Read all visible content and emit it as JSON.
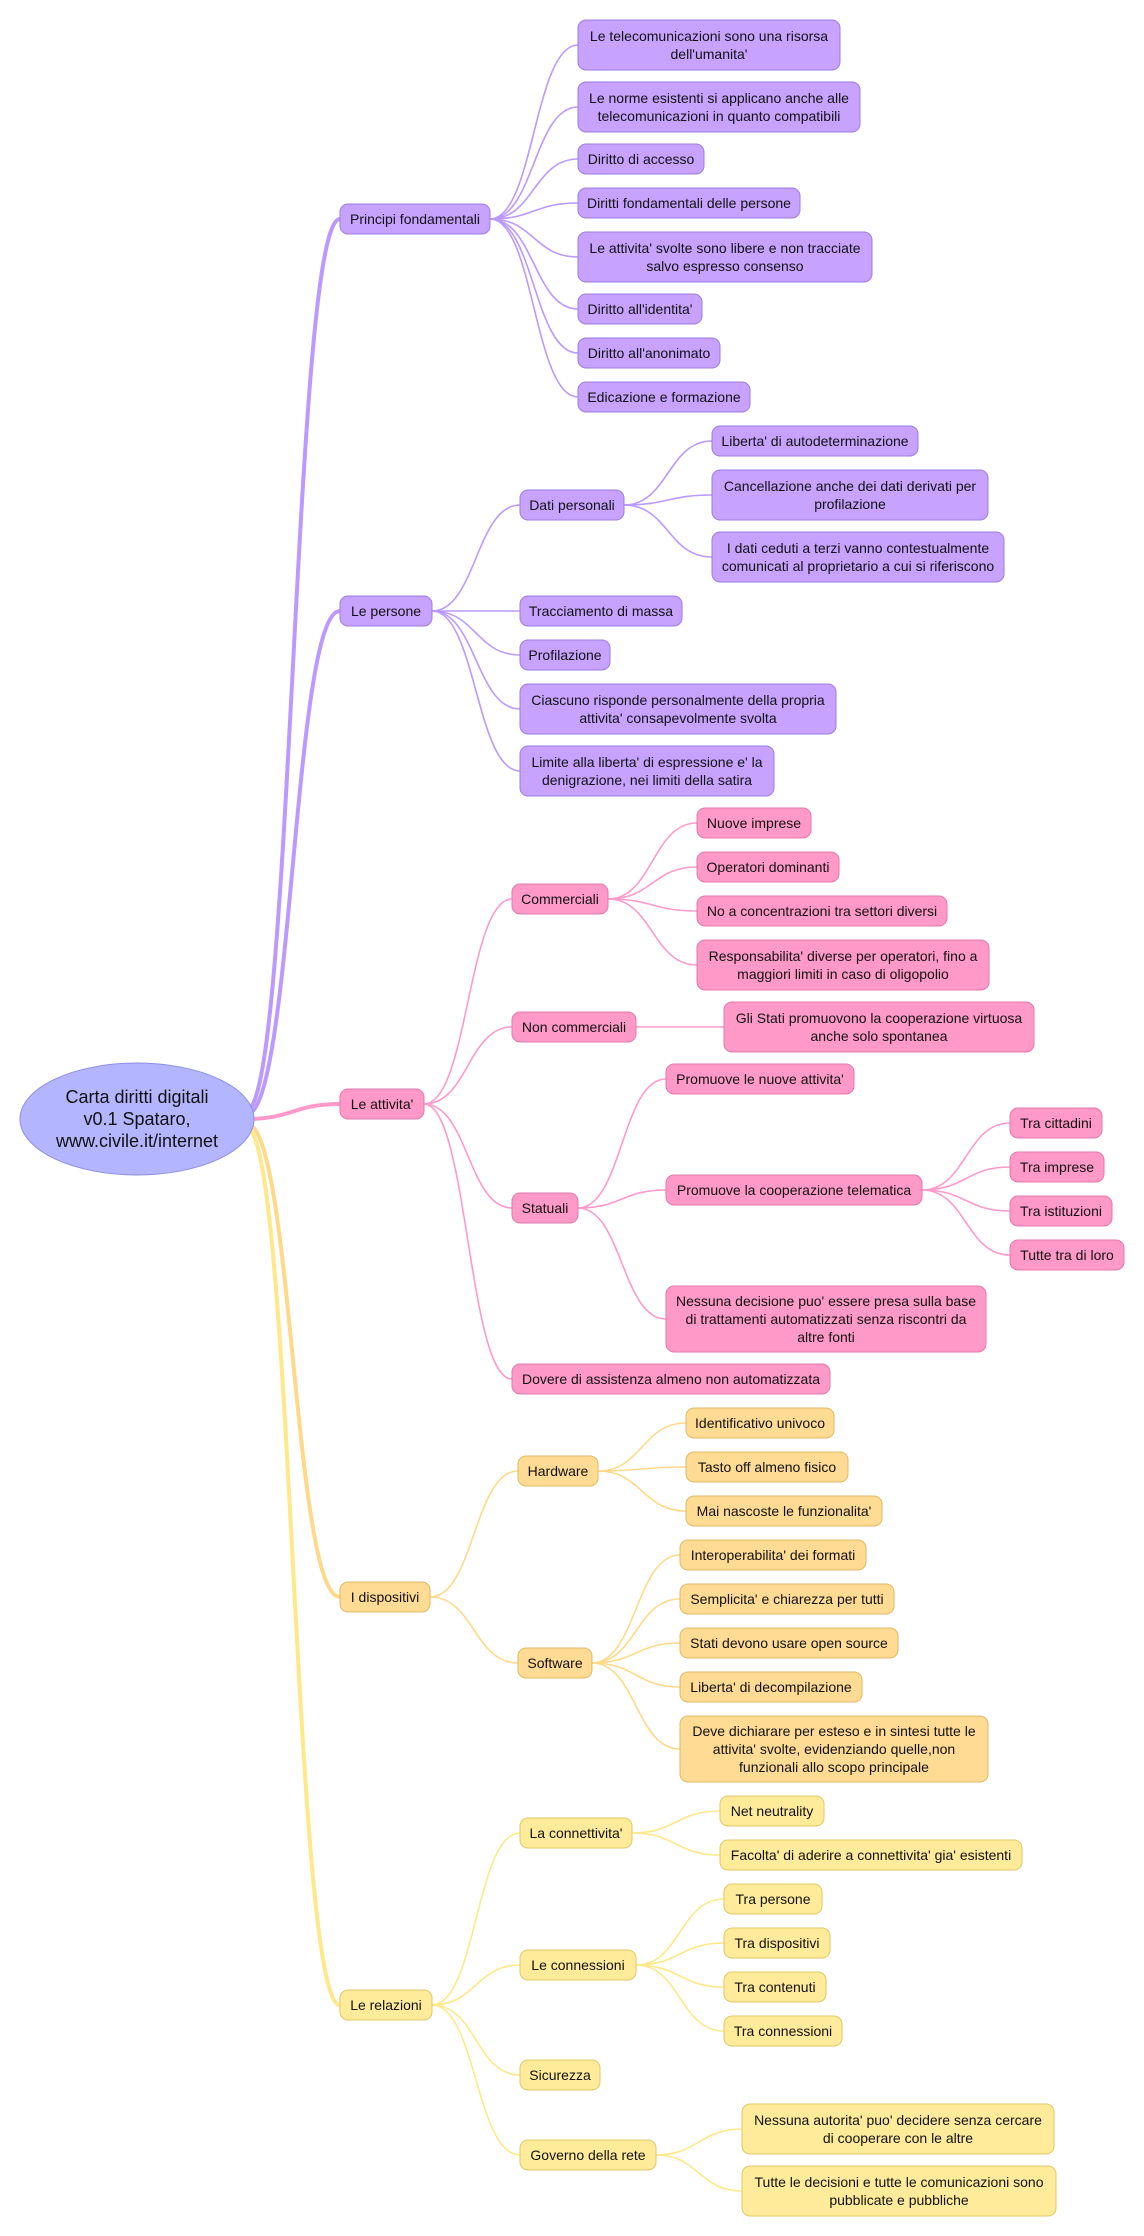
{
  "mindmap": {
    "root": {
      "lines": [
        "Carta diritti digitali",
        "v0.1 Spataro,",
        "www.civile.it/internet"
      ]
    },
    "branches": [
      {
        "key": "principi",
        "color": "#bb99ff",
        "fill": "#c8a2ff",
        "stroke": "#9d7de0",
        "lines": [
          "Principi fondamentali"
        ],
        "children": [
          {
            "lines": [
              "Le telecomunicazioni sono una risorsa",
              "dell'umanita'"
            ]
          },
          {
            "lines": [
              "Le norme esistenti si applicano anche alle",
              "telecomunicazioni in quanto compatibili"
            ]
          },
          {
            "lines": [
              "Diritto di accesso"
            ]
          },
          {
            "lines": [
              "Diritti fondamentali delle persone"
            ]
          },
          {
            "lines": [
              "Le attivita' svolte sono libere e non tracciate",
              "salvo espresso consenso"
            ]
          },
          {
            "lines": [
              "Diritto all'identita'"
            ]
          },
          {
            "lines": [
              "Diritto all'anonimato"
            ]
          },
          {
            "lines": [
              "Edicazione e formazione"
            ]
          }
        ]
      },
      {
        "key": "persone",
        "color": "#bb99ff",
        "fill": "#c8a2ff",
        "stroke": "#9d7de0",
        "lines": [
          "Le persone"
        ],
        "children": [
          {
            "lines": [
              "Dati personali"
            ],
            "children": [
              {
                "lines": [
                  "Liberta' di autodeterminazione"
                ]
              },
              {
                "lines": [
                  "Cancellazione anche dei dati derivati per",
                  "profilazione"
                ]
              },
              {
                "lines": [
                  "I dati ceduti a terzi vanno contestualmente",
                  "comunicati al proprietario a cui si riferiscono"
                ]
              }
            ]
          },
          {
            "lines": [
              "Tracciamento di massa"
            ]
          },
          {
            "lines": [
              "Profilazione"
            ]
          },
          {
            "lines": [
              "Ciascuno risponde personalmente  della propria",
              "attivita' consapevolmente svolta"
            ]
          },
          {
            "lines": [
              "Limite alla liberta' di espressione e' la",
              "denigrazione, nei limiti della satira"
            ]
          }
        ]
      },
      {
        "key": "attivita",
        "color": "#ff99cc",
        "fill": "#ff99c8",
        "stroke": "#e07aab",
        "lines": [
          "Le attivita'"
        ],
        "children": [
          {
            "lines": [
              "Commerciali"
            ],
            "children": [
              {
                "lines": [
                  "Nuove imprese"
                ]
              },
              {
                "lines": [
                  "Operatori dominanti"
                ]
              },
              {
                "lines": [
                  "No a concentrazioni tra settori diversi"
                ]
              },
              {
                "lines": [
                  "Responsabilita' diverse per operatori, fino a",
                  "maggiori limiti in caso di oligopolio"
                ]
              }
            ]
          },
          {
            "lines": [
              "Non commerciali"
            ],
            "children": [
              {
                "lines": [
                  "Gli Stati promuovono la cooperazione virtuosa",
                  "anche solo spontanea"
                ]
              }
            ]
          },
          {
            "lines": [
              "Statuali"
            ],
            "children": [
              {
                "lines": [
                  "Promuove le nuove attivita'"
                ]
              },
              {
                "lines": [
                  "Promuove la cooperazione telematica"
                ],
                "children": [
                  {
                    "lines": [
                      "Tra cittadini"
                    ]
                  },
                  {
                    "lines": [
                      "Tra imprese"
                    ]
                  },
                  {
                    "lines": [
                      "Tra istituzioni"
                    ]
                  },
                  {
                    "lines": [
                      "Tutte tra di loro"
                    ]
                  }
                ]
              },
              {
                "lines": [
                  "Nessuna decisione puo' essere presa sulla base",
                  "di trattamenti automatizzati senza riscontri da",
                  "altre fonti"
                ]
              }
            ]
          },
          {
            "lines": [
              "Dovere di assistenza almeno non automatizzata"
            ]
          }
        ]
      },
      {
        "key": "dispositivi",
        "color": "#ffd98a",
        "fill": "#ffdb94",
        "stroke": "#e0b965",
        "lines": [
          "I dispositivi"
        ],
        "children": [
          {
            "lines": [
              "Hardware"
            ],
            "children": [
              {
                "lines": [
                  "Identificativo univoco"
                ]
              },
              {
                "lines": [
                  "Tasto off almeno fisico"
                ]
              },
              {
                "lines": [
                  "Mai nascoste le funzionalita'"
                ]
              }
            ]
          },
          {
            "lines": [
              "Software"
            ],
            "children": [
              {
                "lines": [
                  "Interoperabilita' dei formati"
                ]
              },
              {
                "lines": [
                  "Semplicita' e chiarezza per tutti"
                ]
              },
              {
                "lines": [
                  "Stati devono usare open source"
                ]
              },
              {
                "lines": [
                  "Liberta' di decompilazione"
                ]
              },
              {
                "lines": [
                  "Deve dichiarare per esteso e in sintesi tutte le",
                  "attivita' svolte, evidenziando quelle,non",
                  "funzionali allo scopo principale"
                ]
              }
            ]
          }
        ]
      },
      {
        "key": "relazioni",
        "color": "#ffe88a",
        "fill": "#ffeb99",
        "stroke": "#e0c765",
        "lines": [
          "Le relazioni"
        ],
        "children": [
          {
            "lines": [
              "La connettivita'"
            ],
            "children": [
              {
                "lines": [
                  "Net neutrality"
                ]
              },
              {
                "lines": [
                  "Facolta' di aderire a connettivita' gia' esistenti"
                ]
              }
            ]
          },
          {
            "lines": [
              "Le connessioni"
            ],
            "children": [
              {
                "lines": [
                  "Tra persone"
                ]
              },
              {
                "lines": [
                  "Tra dispositivi"
                ]
              },
              {
                "lines": [
                  "Tra contenuti"
                ]
              },
              {
                "lines": [
                  "Tra connessioni"
                ]
              }
            ]
          },
          {
            "lines": [
              "Sicurezza"
            ]
          },
          {
            "lines": [
              "Governo della rete"
            ],
            "children": [
              {
                "lines": [
                  "Nessuna autorita' puo' decidere senza cercare",
                  "di cooperare con le altre"
                ]
              },
              {
                "lines": [
                  "Tutte le decisioni e tutte le comunicazioni sono",
                  "pubblicate e pubbliche"
                ]
              }
            ]
          }
        ]
      }
    ]
  }
}
